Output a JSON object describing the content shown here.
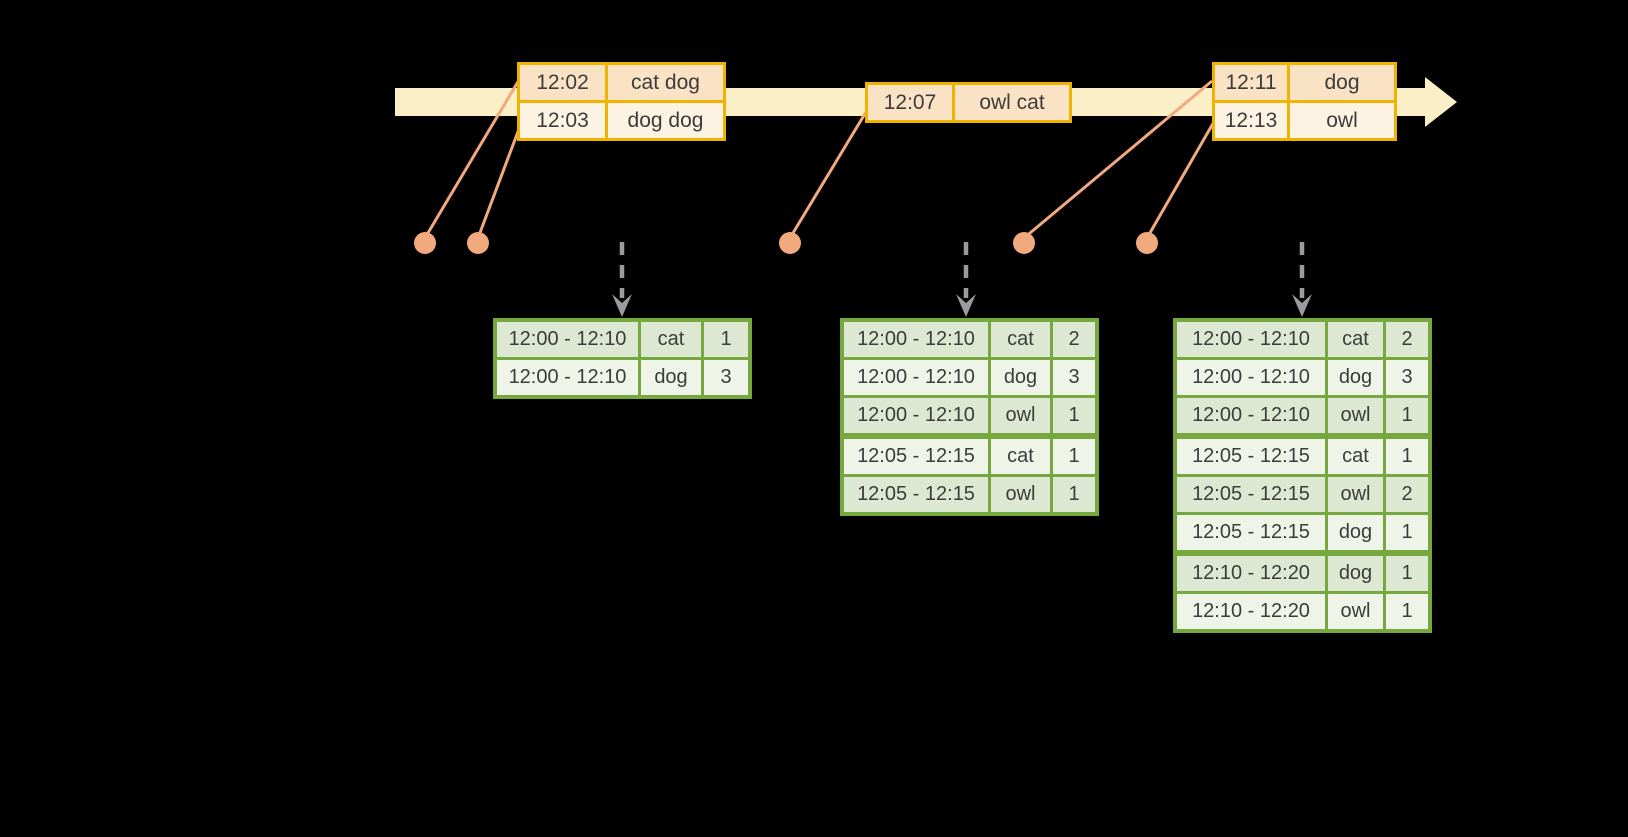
{
  "diagram": {
    "event_tables": [
      {
        "rows": [
          {
            "time": "12:02",
            "words": "cat dog"
          },
          {
            "time": "12:03",
            "words": "dog dog"
          }
        ]
      },
      {
        "rows": [
          {
            "time": "12:07",
            "words": "owl cat"
          }
        ]
      },
      {
        "rows": [
          {
            "time": "12:11",
            "words": "dog"
          },
          {
            "time": "12:13",
            "words": "owl"
          }
        ]
      }
    ],
    "result_tables": [
      {
        "rows": [
          {
            "window": "12:00 - 12:10",
            "word": "cat",
            "count": "1"
          },
          {
            "window": "12:00 - 12:10",
            "word": "dog",
            "count": "3"
          }
        ]
      },
      {
        "rows": [
          {
            "window": "12:00 - 12:10",
            "word": "cat",
            "count": "2"
          },
          {
            "window": "12:00 - 12:10",
            "word": "dog",
            "count": "3"
          },
          {
            "window": "12:00 - 12:10",
            "word": "owl",
            "count": "1"
          },
          {
            "window": "12:05 - 12:15",
            "word": "cat",
            "count": "1"
          },
          {
            "window": "12:05 - 12:15",
            "word": "owl",
            "count": "1"
          }
        ]
      },
      {
        "rows": [
          {
            "window": "12:00 - 12:10",
            "word": "cat",
            "count": "2"
          },
          {
            "window": "12:00 - 12:10",
            "word": "dog",
            "count": "3"
          },
          {
            "window": "12:00 - 12:10",
            "word": "owl",
            "count": "1"
          },
          {
            "window": "12:05 - 12:15",
            "word": "cat",
            "count": "1"
          },
          {
            "window": "12:05 - 12:15",
            "word": "owl",
            "count": "2"
          },
          {
            "window": "12:05 - 12:15",
            "word": "dog",
            "count": "1"
          },
          {
            "window": "12:10 - 12:20",
            "word": "dog",
            "count": "1"
          },
          {
            "window": "12:10 - 12:20",
            "word": "owl",
            "count": "1"
          }
        ]
      }
    ],
    "icons": {
      "timeline_arrowhead": "right-arrowhead",
      "event_dot": "circle-dot",
      "down_arrow": "dashed-down-arrow"
    },
    "colors": {
      "background": "#000000",
      "timeline_band": "#FBEFC8",
      "event_border": "#F0B400",
      "event_row_peach": "#FAE2C4",
      "event_row_cream": "#FDF3E3",
      "connector_salmon": "#F1A97E",
      "result_border": "#77A83F",
      "result_row_dark": "#DCE8D1",
      "result_row_light": "#EEF4E8",
      "arrow_gray": "#9B9B9B",
      "text": "#3C3C3C"
    }
  }
}
